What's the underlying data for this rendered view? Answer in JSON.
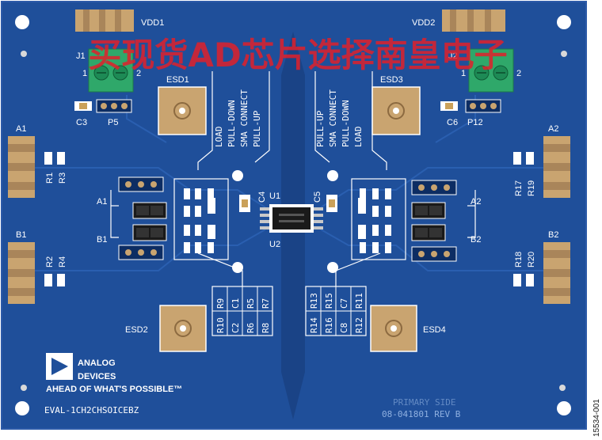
{
  "colors": {
    "board": "#1f4f9a",
    "board_dark": "#183f7e",
    "trace": "#2a5fb0",
    "silk": "#ffffff",
    "gold": "#c9a470",
    "gold_dark": "#a9855a",
    "connector_green": "#2fa86a",
    "watermark": "#e0202a"
  },
  "overlay_text": "买现货AD芯片选择南皇电子",
  "labels": {
    "vdd1": "VDD1",
    "vdd2": "VDD2",
    "j1": "J1",
    "j2": "J2",
    "j1_pin1": "1",
    "j1_pin2": "2",
    "j2_pin1": "1",
    "j2_pin2": "2",
    "esd1": "ESD1",
    "esd2": "ESD2",
    "esd3": "ESD3",
    "esd4": "ESD4",
    "c3": "C3",
    "p5": "P5",
    "c6": "C6",
    "p12": "P12",
    "a1_left": "A1",
    "b1_left": "B1",
    "a2_right": "A2",
    "b2_right": "B2",
    "a1_mid": "A1",
    "b1_mid": "B1",
    "a2_mid": "A2",
    "b2_mid": "B2",
    "r1": "R1",
    "r3": "R3",
    "r2": "R2",
    "r4": "R4",
    "r17": "R17",
    "r19": "R19",
    "r18": "R18",
    "r20": "R20",
    "c4": "C4",
    "c5": "C5",
    "u1": "U1",
    "u2": "U2",
    "left_block": [
      "LOAD",
      "PULL-DOWN",
      "SMA CONNECT",
      "PULL-UP"
    ],
    "right_block": [
      "PULL-UP",
      "SMA CONNECT",
      "PULL-DOWN",
      "LOAD"
    ],
    "left_table": [
      [
        "R9",
        "C1",
        "R5",
        "R7"
      ],
      [
        "R10",
        "C2",
        "R6",
        "R8"
      ]
    ],
    "right_table": [
      [
        "R13",
        "R15",
        "C7",
        "R11"
      ],
      [
        "R14",
        "R16",
        "C8",
        "R12"
      ]
    ],
    "brand_line1": "ANALOG",
    "brand_line2": "DEVICES",
    "brand_tagline": "AHEAD OF WHAT'S POSSIBLE™",
    "board_name": "EVAL-1CH2CHSOICEBZ",
    "side_line1": "PRIMARY SIDE",
    "side_line2": "08-041801 REV B"
  },
  "figure_id": "15534-001"
}
